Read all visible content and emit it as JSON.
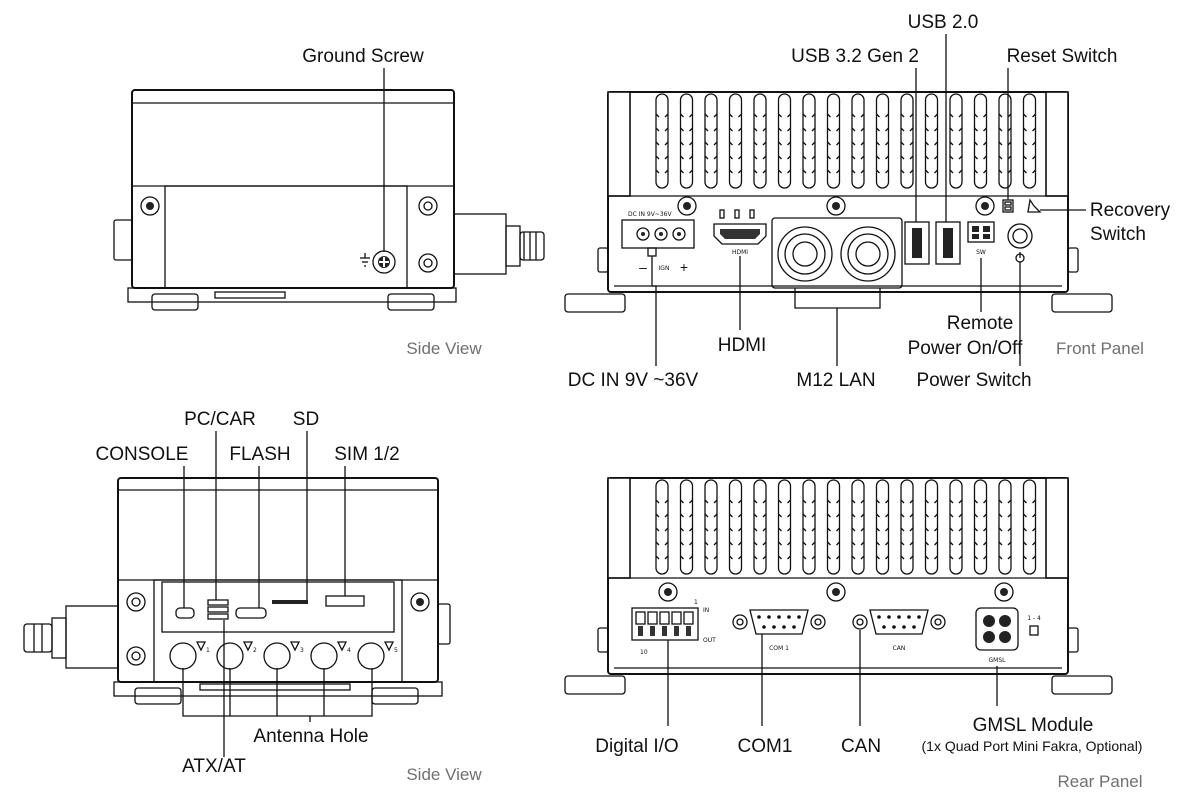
{
  "views": {
    "side_top": {
      "caption": "Side View",
      "callouts": {
        "ground_screw": "Ground Screw"
      }
    },
    "front_panel": {
      "caption": "Front Panel",
      "callouts": {
        "usb20": "USB 2.0",
        "usb32": "USB 3.2 Gen 2",
        "reset": "Reset Switch",
        "recovery_line1": "Recovery",
        "recovery_line2": "Switch",
        "hdmi": "HDMI",
        "remote_line1": "Remote",
        "remote_line2": "Power On/Off",
        "dcin": "DC IN 9V ~36V",
        "m12lan": "M12 LAN",
        "power_switch": "Power Switch"
      },
      "printed": {
        "dc_label": "DC IN 9V~36V",
        "hdmi_port": "HDMI",
        "minus": "–",
        "plus": "+",
        "ign": "IGN",
        "sw": "SW"
      }
    },
    "side_bottom": {
      "caption": "Side View",
      "callouts": {
        "pc_car": "PC/CAR",
        "sd": "SD",
        "console": "CONSOLE",
        "flash": "FLASH",
        "sim": "SIM 1/2",
        "antenna": "Antenna Hole",
        "atx_at": "ATX/AT"
      },
      "antenna_marks": [
        "1",
        "2",
        "3",
        "4",
        "5"
      ]
    },
    "rear_panel": {
      "caption": "Rear Panel",
      "callouts": {
        "digital_io": "Digital I/O",
        "com1": "COM1",
        "can": "CAN",
        "gmsl": "GMSL Module",
        "gmsl_note": "(1x Quad Port Mini Fakra, Optional)"
      },
      "printed": {
        "com1": "COM 1",
        "can": "CAN",
        "gmsl": "GMSL",
        "pin1": "1",
        "pin10": "10",
        "in": "IN",
        "out": "OUT",
        "ports": "1 - 4"
      }
    }
  },
  "colors": {
    "line": "#111111",
    "caption": "#707070",
    "background": "#ffffff"
  }
}
